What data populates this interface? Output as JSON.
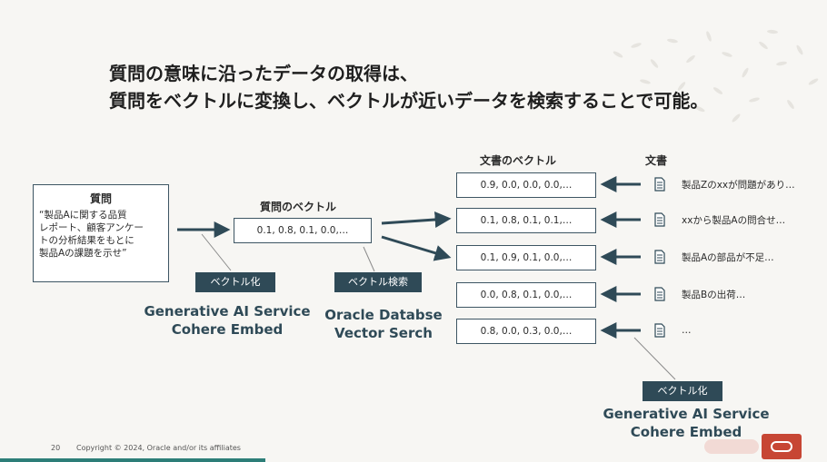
{
  "title": {
    "line1": "質問の意味に沿ったデータの取得は、",
    "line2": "質問をベクトルに変換し、ベクトルが近いデータを検索することで可能。"
  },
  "question": {
    "heading": "質問",
    "lines": [
      "“製品Aに関する品質",
      "レポート、顧客アンケー",
      "トの分析結果をもとに",
      "製品Aの課題を示せ”"
    ]
  },
  "question_vector": {
    "label": "質問のベクトル",
    "value": "0.1, 0.8, 0.1, 0.0,…"
  },
  "tags": {
    "vectorize_left": "ベクトル化",
    "vector_search": "ベクトル検索",
    "vectorize_right": "ベクトル化"
  },
  "services": {
    "left_line1": "Generative AI Service",
    "left_line2": "Cohere Embed",
    "middle_line1": "Oracle Databse",
    "middle_line2": "Vector Serch",
    "right_line1": "Generative AI Service",
    "right_line2": "Cohere Embed"
  },
  "doc_vectors": {
    "label": "文書のベクトル",
    "values": [
      "0.9, 0.0, 0.0, 0.0,…",
      "0.1, 0.8, 0.1, 0.1,…",
      "0.1, 0.9, 0.1, 0.0,…",
      "0.0, 0.8, 0.1, 0.0,…",
      "0.8, 0.0, 0.3, 0.0,…"
    ]
  },
  "documents": {
    "label": "文書",
    "items": [
      "製品Zのxxが問題があり…",
      "xxから製品Aの問合せ…",
      "製品Aの部品が不足…",
      "製品Bの出荷…",
      "…"
    ]
  },
  "footer": {
    "page_number": "20",
    "copyright": "Copyright © 2024, Oracle and/or its affiliates"
  },
  "colors": {
    "arrow": "#2f4a57",
    "tag_bg": "#2f4a57",
    "service_text": "#2f4a57",
    "accent_bar": "#2d7e78",
    "logo": "#c74634"
  }
}
